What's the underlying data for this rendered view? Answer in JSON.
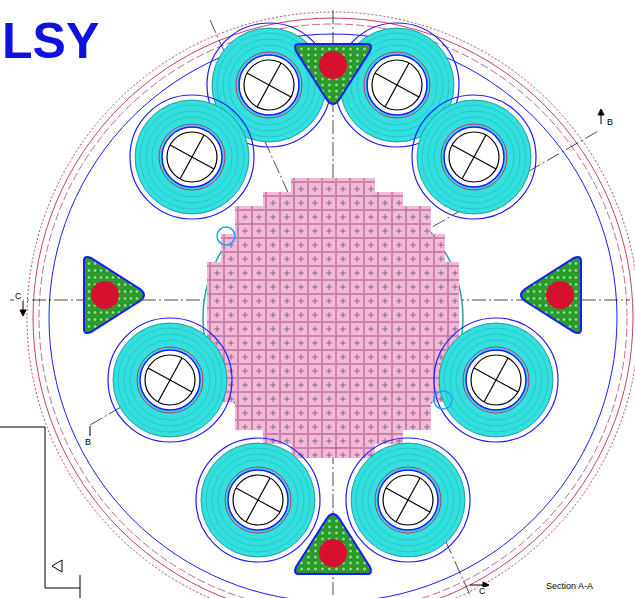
{
  "diagram": {
    "title": "LSY",
    "labels": [
      "B",
      "C",
      "B",
      "C",
      "Section A-A"
    ]
  }
}
